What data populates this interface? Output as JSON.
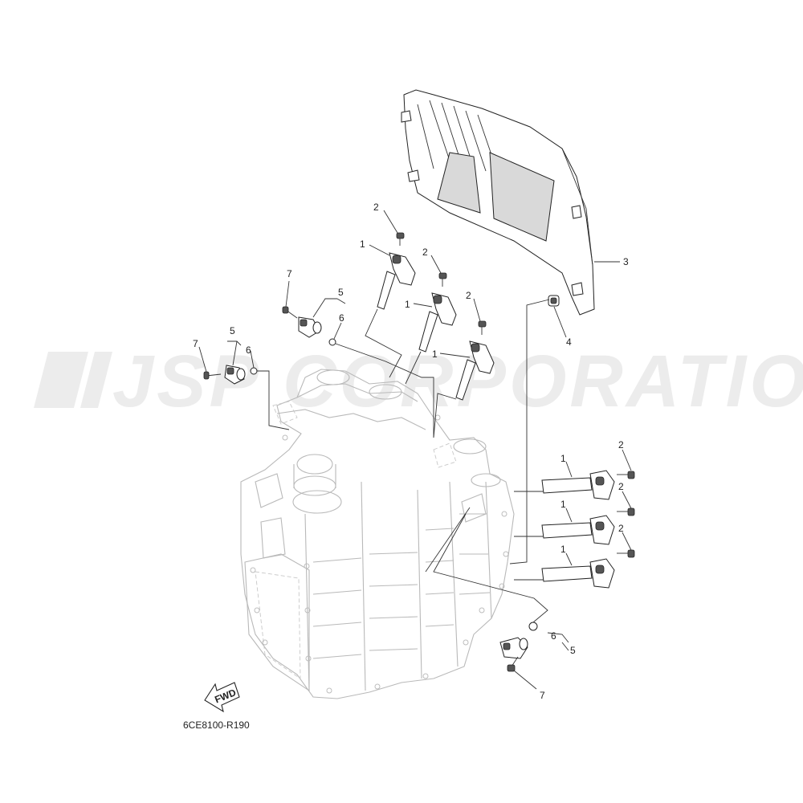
{
  "watermark": "JSP CORPORATION",
  "diagram_code": "6CE8100-R190",
  "fwd_label": "FWD",
  "callouts": {
    "c1a": "1",
    "c1b": "1",
    "c1c": "1",
    "c1d": "1",
    "c1e": "1",
    "c1f": "1",
    "c2a": "2",
    "c2b": "2",
    "c2c": "2",
    "c2d": "2",
    "c2e": "2",
    "c2f": "2",
    "c3": "3",
    "c4": "4",
    "c5a": "5",
    "c5b": "5",
    "c5c": "5",
    "c6a": "6",
    "c6b": "6",
    "c6c": "6",
    "c7a": "7",
    "c7b": "7",
    "c7c": "7"
  }
}
